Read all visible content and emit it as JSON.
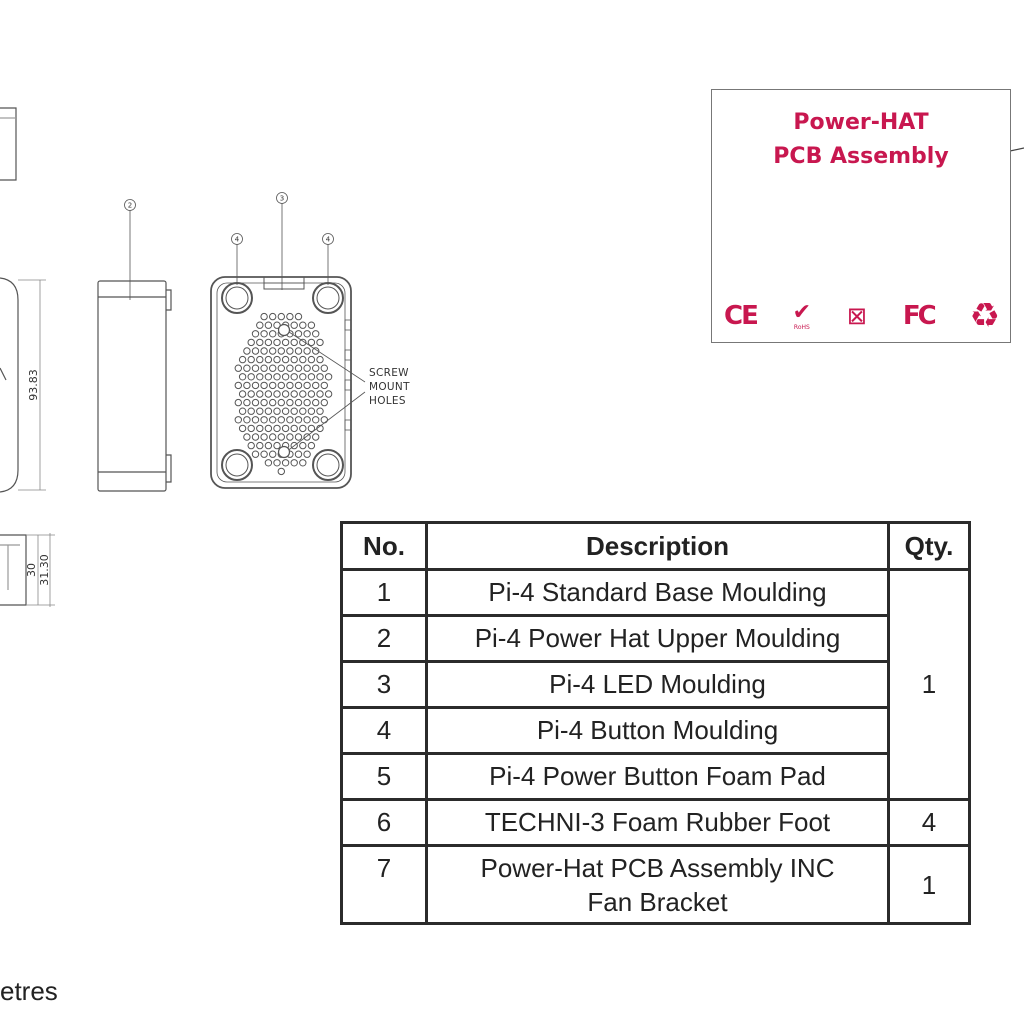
{
  "drawing": {
    "dimensions": {
      "height": "93.83",
      "depth_inner": "30",
      "depth_outer": "31.30"
    },
    "note": [
      "SCREW",
      "MOUNT",
      "HOLES"
    ],
    "balloons": {
      "side": "2",
      "top": "3",
      "left_corner": "4",
      "right_corner": "4"
    }
  },
  "label": {
    "title": "Power-HAT\nPCB Assembly",
    "color": "#c8174f",
    "certs": [
      {
        "icon": "ce-mark-icon",
        "text": "CE"
      },
      {
        "icon": "rohs-check-icon",
        "text": "✔",
        "sub": "RoHS"
      },
      {
        "icon": "weee-bin-icon",
        "text": "⊠"
      },
      {
        "icon": "fcc-mark-icon",
        "text": "FC"
      },
      {
        "icon": "recycle-icon",
        "text": "♻"
      }
    ]
  },
  "table": {
    "headers": {
      "no": "No.",
      "description": "Description",
      "qty": "Qty."
    },
    "rows": [
      {
        "no": "1",
        "description": "Pi-4 Standard Base Moulding"
      },
      {
        "no": "2",
        "description": "Pi-4 Power Hat Upper Moulding"
      },
      {
        "no": "3",
        "description": "Pi-4 LED Moulding"
      },
      {
        "no": "4",
        "description": "Pi-4 Button Moulding"
      },
      {
        "no": "5",
        "description": "Pi-4 Power Button Foam Pad"
      },
      {
        "no": "6",
        "description": "TECHNI-3 Foam Rubber Foot",
        "qty": "4"
      },
      {
        "no": "7",
        "description": "Power-Hat PCB Assembly INC\nFan Bracket",
        "qty": "1"
      }
    ],
    "group_qty": "1"
  },
  "footer": {
    "text": "etres"
  }
}
